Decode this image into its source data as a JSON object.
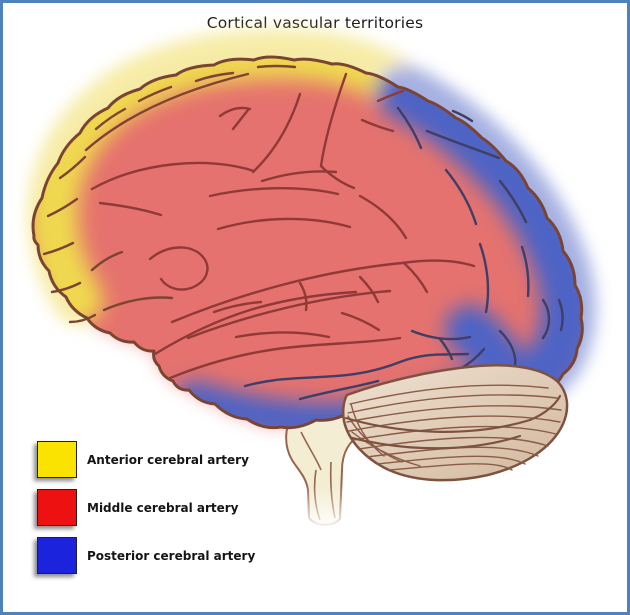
{
  "title": "Cortical vascular territories",
  "legend": {
    "items": [
      {
        "name": "anterior-cerebral-artery",
        "label": "Anterior cerebral artery",
        "color": "#FAE300"
      },
      {
        "name": "middle-cerebral-artery",
        "label": "Middle cerebral artery",
        "color": "#EE1111"
      },
      {
        "name": "posterior-cerebral-artery",
        "label": "Posterior cerebral artery",
        "color": "#1B23DC"
      }
    ]
  },
  "figure": {
    "subject": "lateral-view-brain-cortical-vascular-territories",
    "colors": {
      "aca_territory": "#EFD94F",
      "mca_territory": "#E5726E",
      "pca_territory": "#4D63C5",
      "outline": "#7A4433",
      "cerebellum": "#D8BFA6",
      "brainstem": "#F2EDD3",
      "frame": "#4F81BD"
    }
  }
}
